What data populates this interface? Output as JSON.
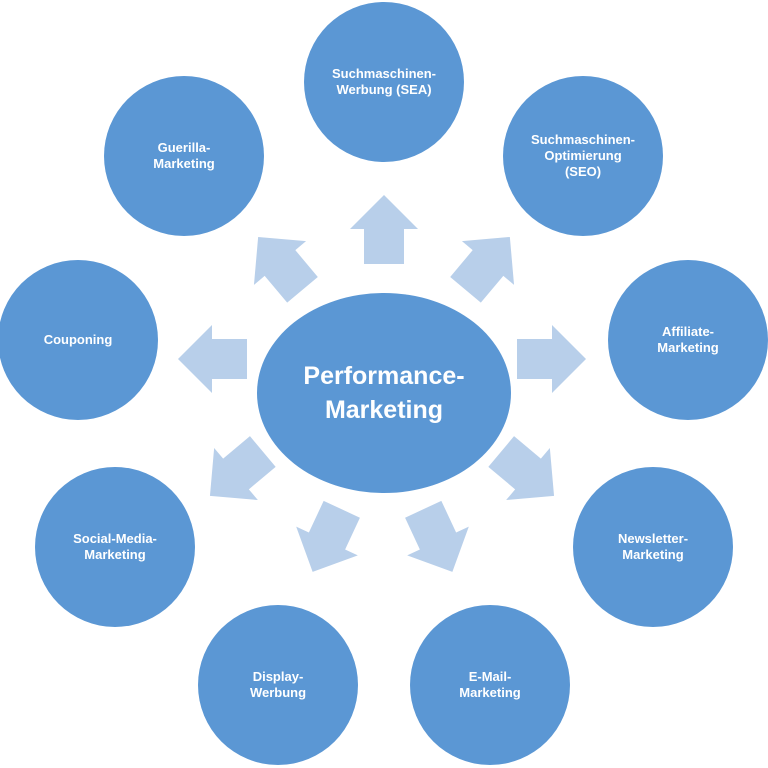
{
  "colors": {
    "circle": "#5b97d4",
    "arrow": "#b8cfea",
    "text": "#ffffff",
    "background": "#ffffff"
  },
  "center": {
    "label": "Performance-\nMarketing"
  },
  "channels": [
    {
      "id": "sea",
      "label": "Suchmaschinen-\nWerbung (SEA)"
    },
    {
      "id": "seo",
      "label": "Suchmaschinen-\nOptimierung\n(SEO)"
    },
    {
      "id": "affiliate",
      "label": "Affiliate-\nMarketing"
    },
    {
      "id": "newsletter",
      "label": "Newsletter-\nMarketing"
    },
    {
      "id": "email",
      "label": "E-Mail-\nMarketing"
    },
    {
      "id": "display",
      "label": "Display-\nWerbung"
    },
    {
      "id": "social",
      "label": "Social-Media-\nMarketing"
    },
    {
      "id": "couponing",
      "label": "Couponing"
    },
    {
      "id": "guerilla",
      "label": "Guerilla-\nMarketing"
    }
  ]
}
